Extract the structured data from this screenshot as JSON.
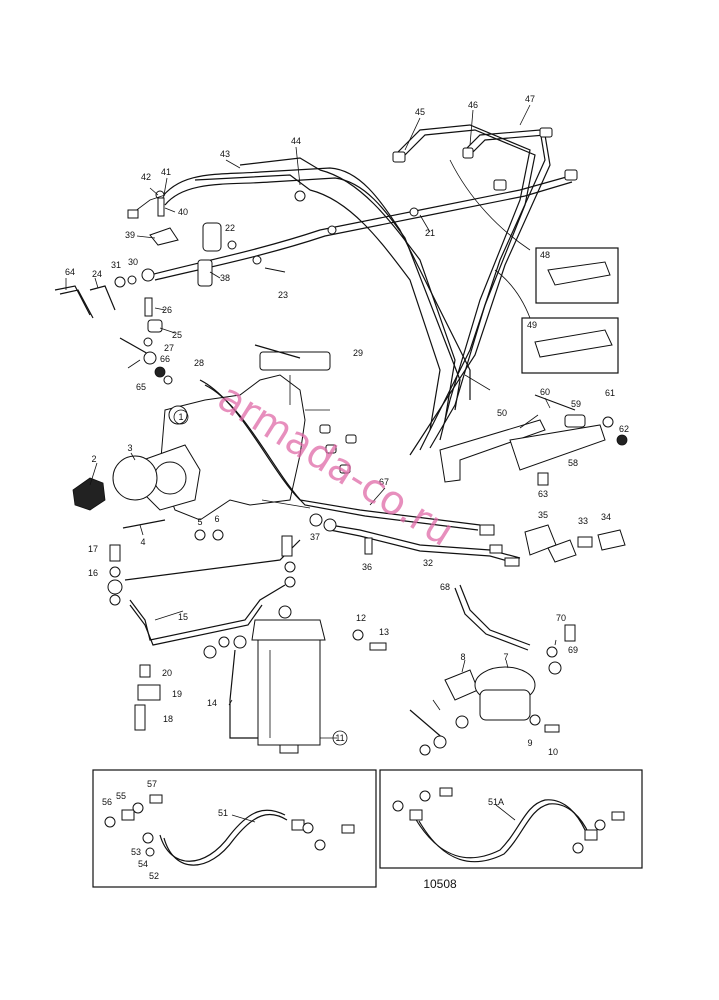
{
  "figure_number": "10508",
  "watermark": "armada-co.ru",
  "part_labels": [
    "1",
    "2",
    "3",
    "4",
    "5",
    "6",
    "8",
    "7",
    "9",
    "10",
    "11",
    "12",
    "13",
    "14",
    "15",
    "16",
    "17",
    "18",
    "19",
    "20",
    "21",
    "22",
    "23",
    "24",
    "25",
    "26",
    "27",
    "28",
    "29",
    "30",
    "31",
    "32",
    "33",
    "34",
    "35",
    "36",
    "37",
    "38",
    "39",
    "40",
    "41",
    "42",
    "43",
    "44",
    "45",
    "46",
    "47",
    "48",
    "49",
    "50",
    "51",
    "51A",
    "52",
    "53",
    "54",
    "55",
    "56",
    "57",
    "58",
    "59",
    "60",
    "61",
    "62",
    "63",
    "64",
    "65",
    "66",
    "67",
    "68",
    "69",
    "70"
  ]
}
